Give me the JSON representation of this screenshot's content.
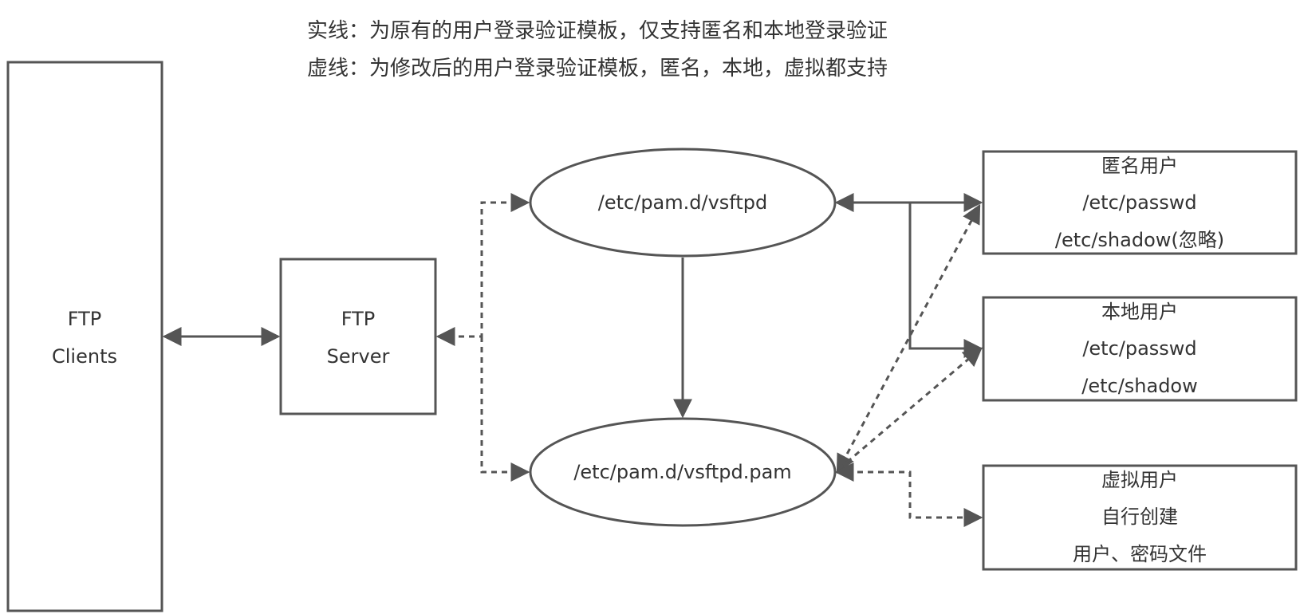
{
  "legend": {
    "solid_line": "实线：为原有的用户登录验证模板，仅支持匿名和本地登录验证",
    "dashed_line": "虚线：为修改后的用户登录验证模板，匿名，本地，虚拟都支持"
  },
  "nodes": {
    "ftp_clients": [
      "FTP",
      "Clients"
    ],
    "ftp_server": [
      "FTP",
      "Server"
    ],
    "pam_vsftpd": "/etc/pam.d/vsftpd",
    "pam_vsftpd_pam": "/etc/pam.d/vsftpd.pam",
    "anonymous_users": [
      "匿名用户",
      "/etc/passwd",
      "/etc/shadow(忽略)"
    ],
    "local_users": [
      "本地用户",
      "/etc/passwd",
      "/etc/shadow"
    ],
    "virtual_users": [
      "虚拟用户",
      "自行创建",
      "用户、密码文件"
    ]
  },
  "colors": {
    "stroke": "#555555",
    "text": "#333333"
  }
}
